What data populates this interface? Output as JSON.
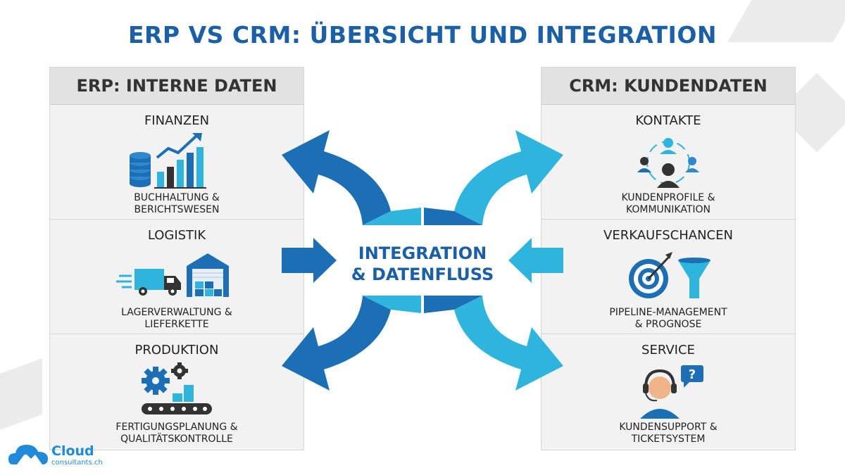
{
  "title": "ERP VS CRM: ÜBERSICHT UND INTEGRATION",
  "erp": {
    "header": "ERP: INTERNE DATEN",
    "sections": [
      {
        "title": "FINANZEN",
        "desc1": "BUCHHALTUNG &",
        "desc2": "BERICHTSWESEN",
        "icon": "finance-chart-icon"
      },
      {
        "title": "LOGISTIK",
        "desc1": "LAGERVERWALTUNG &",
        "desc2": "LIEFERKETTE",
        "icon": "truck-warehouse-icon"
      },
      {
        "title": "PRODUKTION",
        "desc1": "FERTIGUNGSPLANUNG &",
        "desc2": "QUALITÄTSKONTROLLE",
        "icon": "gears-conveyor-icon"
      }
    ]
  },
  "crm": {
    "header": "CRM: KUNDENDATEN",
    "sections": [
      {
        "title": "KONTAKTE",
        "desc1": "KUNDENPROFILE &",
        "desc2": "KOMMUNIKATION",
        "icon": "people-network-icon"
      },
      {
        "title": "VERKAUFSCHANCEN",
        "desc1": "PIPELINE-MANAGEMENT",
        "desc2": "& PROGNOSE",
        "icon": "target-funnel-icon"
      },
      {
        "title": "SERVICE",
        "desc1": "KUNDENSUPPORT &",
        "desc2": "TICKETSYSTEM",
        "icon": "support-agent-icon"
      }
    ]
  },
  "center": {
    "line1": "INTEGRATION",
    "line2": "& DATENFLUSS"
  },
  "logo": {
    "name": "Cloud",
    "sub": "consultants.ch"
  },
  "colors": {
    "title": "#1b5fa6",
    "dark_blue": "#1c6fb4",
    "light_blue": "#2fb5dd",
    "panel": "#f2f2f2"
  }
}
